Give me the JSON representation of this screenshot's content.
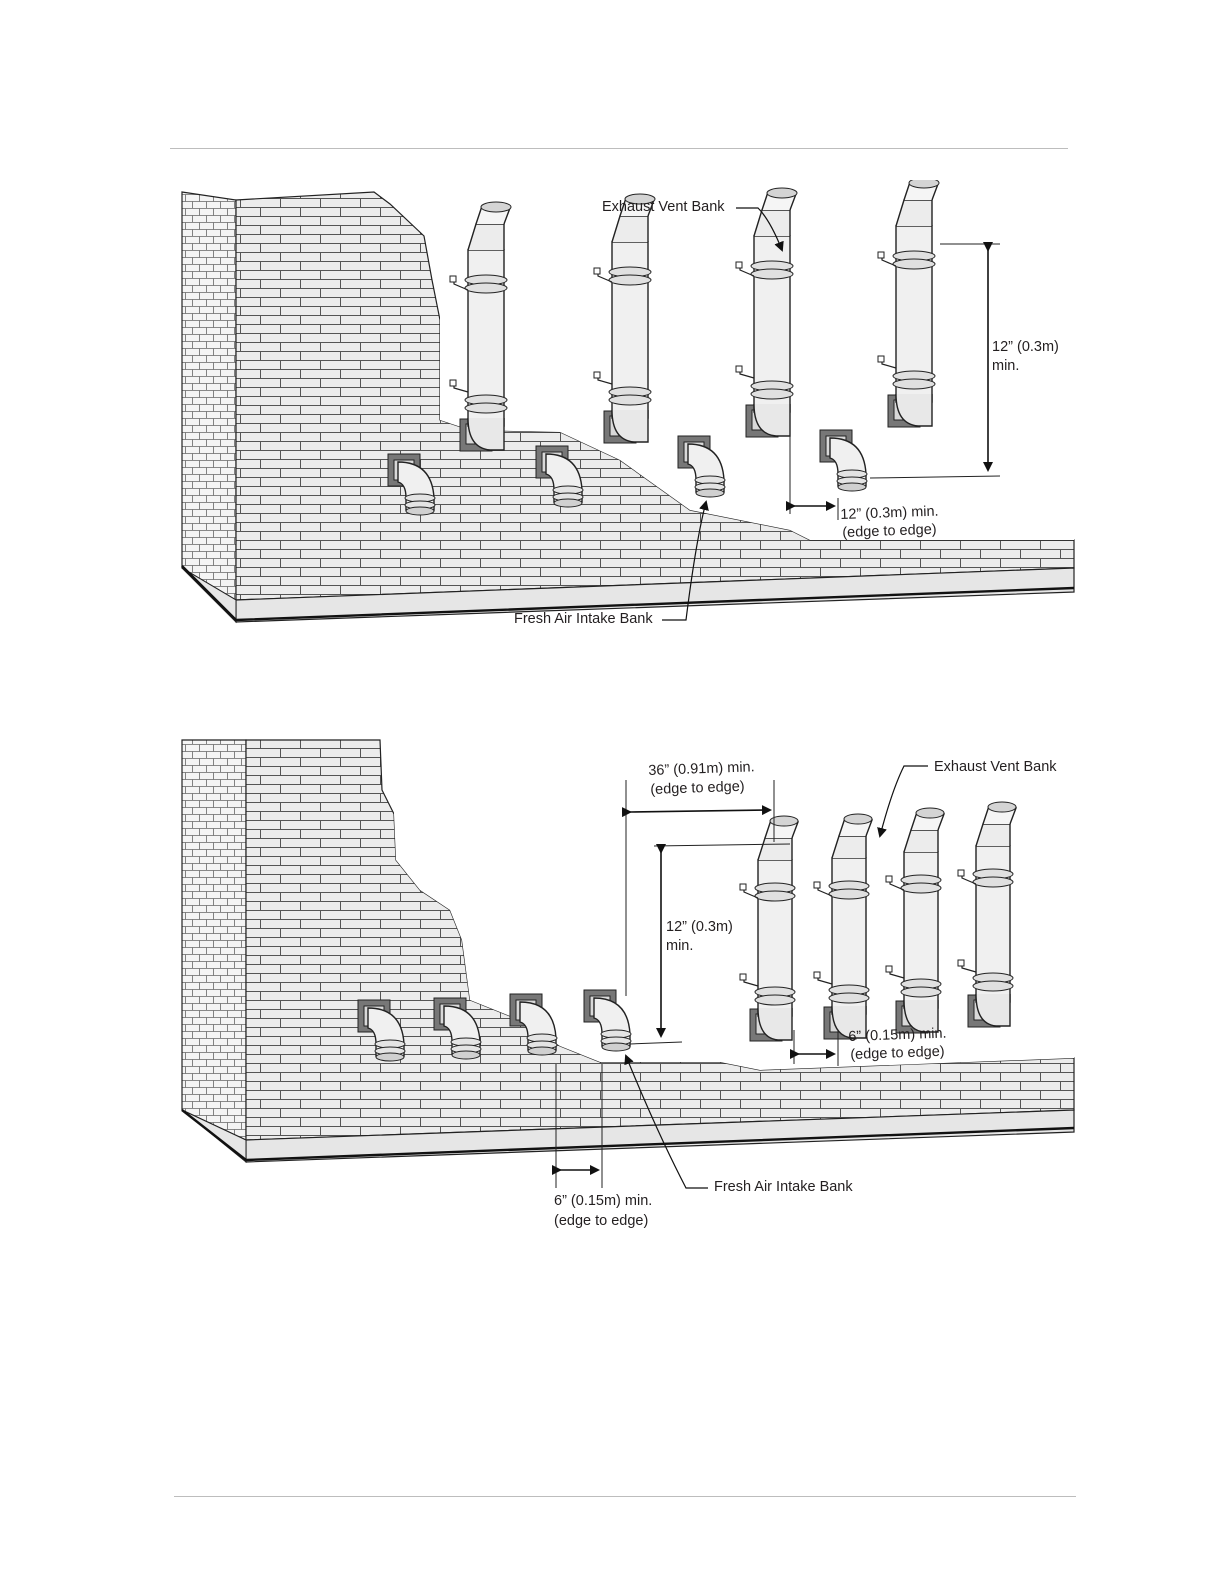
{
  "figure1": {
    "exhaust_label": "Exhaust Vent Bank",
    "intake_label": "Fresh Air Intake Bank",
    "vertical_dim_line1": "12” (0.3m)",
    "vertical_dim_line2": "min.",
    "horizontal_dim_line1": "12” (0.3m) min.",
    "horizontal_dim_line2": "(edge to edge)"
  },
  "figure2": {
    "exhaust_label": "Exhaust Vent Bank",
    "intake_label": "Fresh Air Intake Bank",
    "top_dim_line1": "36” (0.91m) min.",
    "top_dim_line2": "(edge to edge)",
    "vertical_dim_line1": "12” (0.3m)",
    "vertical_dim_line2": "min.",
    "exhaust_spacing_line1": "6” (0.15m) min.",
    "exhaust_spacing_line2": "(edge to edge)",
    "intake_spacing_line1": "6” (0.15m) min.",
    "intake_spacing_line2": "(edge to edge)"
  }
}
